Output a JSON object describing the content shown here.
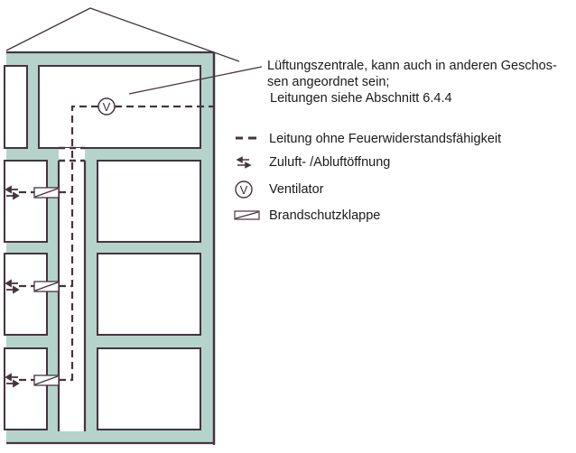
{
  "annotation": {
    "line1": "Lüftungszentrale, kann auch in anderen Geschos-",
    "line2": "sen angeordnet sein;",
    "line3": "Leitungen siehe Abschnitt 6.4.4"
  },
  "fan_symbol_letter": "V",
  "legend": [
    {
      "icon": "dashed-line-icon",
      "label": "Leitung ohne Feuerwiderstandsfähigkeit"
    },
    {
      "icon": "supply-exhaust-arrows-icon",
      "label": "Zuluft- /Abluftöffnung"
    },
    {
      "icon": "fan-icon",
      "label": "Ventilator"
    },
    {
      "icon": "fire-damper-icon",
      "label": "Brandschutzklappe"
    }
  ],
  "colors": {
    "wall": "#b5d3cb",
    "line": "#45343f"
  }
}
